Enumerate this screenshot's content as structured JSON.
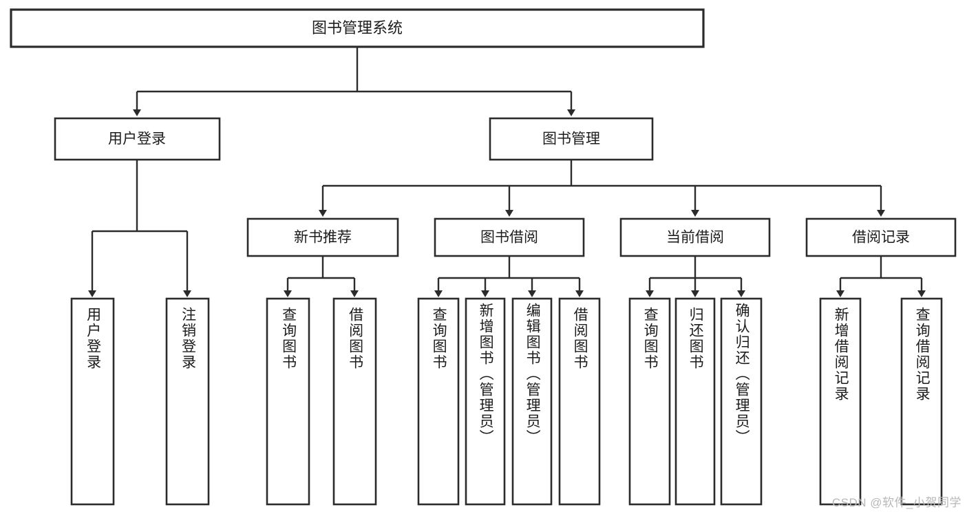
{
  "diagram": {
    "title": "图书管理系统",
    "orientation": "top-down-tree",
    "watermark": "CSDN @软件_小贺同学",
    "colors": {
      "stroke": "#2b2b2b",
      "fill": "#ffffff",
      "text": "#1c1c1c",
      "watermark": "#b8b8b8",
      "background": "#ffffff"
    },
    "root": {
      "label": "图书管理系统"
    },
    "level1": [
      {
        "label": "用户登录"
      },
      {
        "label": "图书管理"
      }
    ],
    "level2": [
      {
        "label": "新书推荐"
      },
      {
        "label": "图书借阅"
      },
      {
        "label": "当前借阅"
      },
      {
        "label": "借阅记录"
      }
    ],
    "leaves": {
      "user_login": [
        {
          "label": "用户登录"
        },
        {
          "label": "注销登录"
        }
      ],
      "new_book_recommend": [
        {
          "label": "查询图书"
        },
        {
          "label": "借阅图书"
        }
      ],
      "book_borrow": [
        {
          "label": "查询图书"
        },
        {
          "label": "新增图书（管理员）"
        },
        {
          "label": "编辑图书（管理员）"
        },
        {
          "label": "借阅图书"
        }
      ],
      "current_borrow": [
        {
          "label": "查询图书"
        },
        {
          "label": "归还图书"
        },
        {
          "label": "确认归还（管理员）"
        }
      ],
      "borrow_record": [
        {
          "label": "新增借阅记录"
        },
        {
          "label": "查询借阅记录"
        }
      ]
    }
  }
}
